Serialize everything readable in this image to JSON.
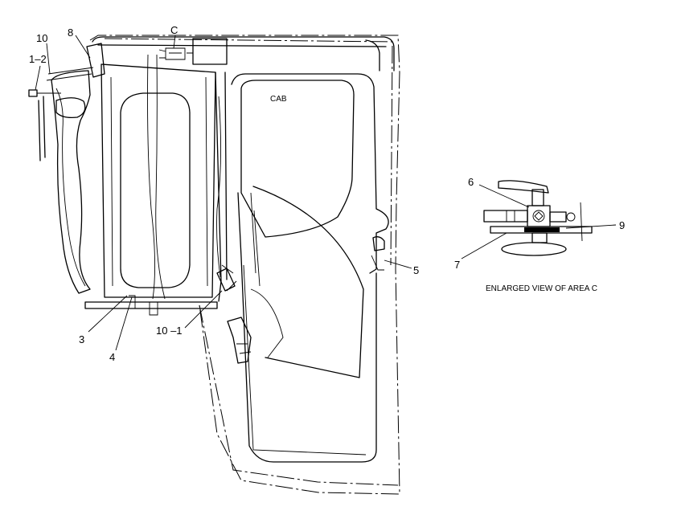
{
  "callouts": {
    "c10a": "10",
    "c8": "8",
    "cC": "C",
    "c1_2": "1–2",
    "c6": "6",
    "c9": "9",
    "c7": "7",
    "c5": "5",
    "c3": "3",
    "c4": "4",
    "c10_1": "10 –1"
  },
  "labels": {
    "cab": "CAB",
    "enlarged_view": "ENLARGED VIEW OF AREA C"
  }
}
